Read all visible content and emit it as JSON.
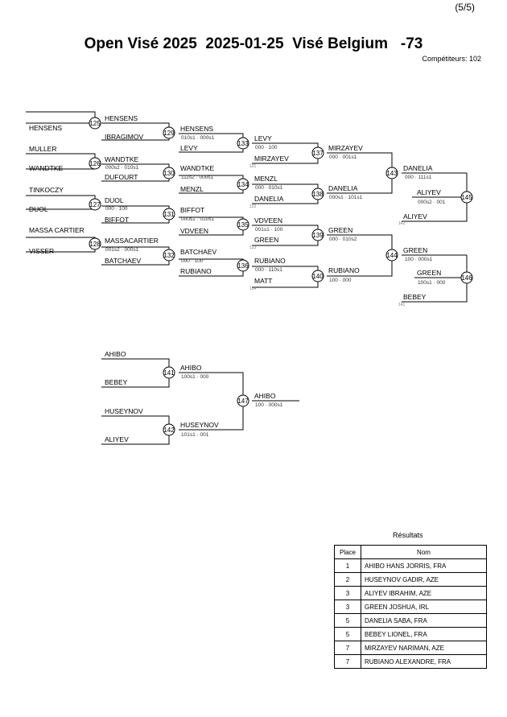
{
  "page_number": "(5/5)",
  "title": "Open Visé 2025  2025-01-25  Visé Belgium   -73",
  "competitors": "Compétiteurs: 102",
  "bracket": {
    "r0": [
      "HENSENS",
      "MULLER",
      "WANDTKE",
      "TINKOCZY",
      "DUOL",
      "MASSA CARTIER",
      "VISSER"
    ],
    "r1": [
      {
        "a": "HENSENS",
        "b": "IBRAGIMOV",
        "n": "125"
      },
      {
        "a": "WANDTKE",
        "sa": "000s2 · 010s1",
        "b": "DUFOURT",
        "n": "126"
      },
      {
        "a": "DUOL",
        "sa": "000 · 100",
        "b": "BIFFOT",
        "n": "127"
      },
      {
        "a": "MASSACARTIER",
        "sa": "001s2 · 000s1",
        "b": "BATCHAEV",
        "n": "128"
      }
    ],
    "r2": [
      {
        "a": "HENSENS",
        "sa": "010s1 · 000s1",
        "b": "LEVY",
        "n": "129"
      },
      {
        "a": "WANDTKE",
        "sa": "111s2 · 000s1",
        "b": "MENZL",
        "n": "130"
      },
      {
        "a": "BIFFOT",
        "sa": "000s1 · 010s1",
        "b": "VDVEEN",
        "n": "131"
      },
      {
        "a": "BATCHAEV",
        "sa": "000 · 100",
        "b": "RUBIANO",
        "n": "132"
      }
    ],
    "r3": [
      {
        "a": "LEVY",
        "sa": "000 · 100",
        "b": "MIRZAYEV",
        "n": "133",
        "t": "121"
      },
      {
        "a": "MENZL",
        "sa": "000 · 010s1",
        "b": "DANELIA",
        "n": "134",
        "t": "122"
      },
      {
        "a": "VDVEEN",
        "sa": "001s1 · 100",
        "b": "GREEN",
        "n": "135",
        "t": "123"
      },
      {
        "a": "RUBIANO",
        "sa": "000 · 110s1",
        "b": "MATT",
        "n": "136",
        "t": "124"
      }
    ],
    "r4": [
      {
        "a": "MIRZAYEV",
        "sa": "000 · 001s1",
        "b": "DANELIA",
        "sb": "000s1 · 101s1",
        "n": "137",
        "m": "138"
      },
      {
        "a": "GREEN",
        "sa": "000 · 010s2",
        "b": "RUBIANO",
        "sb": "100 · 000",
        "n": "139",
        "m": "140"
      }
    ],
    "r5": [
      {
        "a": "DANELIA",
        "sa": "000 · 111s1",
        "n": "143"
      },
      {
        "a": "GREEN",
        "sa": "100 · 000s1",
        "n": "144"
      }
    ],
    "rep": [
      {
        "a": "ALIYEV",
        "sa": "000s2 · 001",
        "b": "ALIYEV",
        "n": "145",
        "t": "142"
      },
      {
        "a": "GREEN",
        "sa": "100s1 · 000",
        "b": "BEBEY",
        "n": "146",
        "t": "141"
      }
    ],
    "bronze": {
      "r1": [
        "AHIBO",
        "BEBEY",
        "HUSEYNOV",
        "ALIYEV"
      ],
      "r2": [
        {
          "a": "AHIBO",
          "sa": "100s1 · 000",
          "n": "141"
        },
        {
          "a": "HUSEYNOV",
          "sa": "101s1 · 001",
          "n": "142"
        }
      ],
      "final": {
        "a": "AHIBO",
        "sa": "100 · 000s1",
        "n": "147"
      }
    }
  },
  "results": {
    "title": "Résultats",
    "headers": {
      "place": "Place",
      "name": "Nom"
    },
    "rows": [
      {
        "place": "1",
        "name": "AHIBO HANS JORRIS, FRA"
      },
      {
        "place": "2",
        "name": "HUSEYNOV GADIR, AZE"
      },
      {
        "place": "3",
        "name": "ALIYEV IBRAHIM, AZE"
      },
      {
        "place": "3",
        "name": "GREEN JOSHUA, IRL"
      },
      {
        "place": "5",
        "name": "DANELIA SABA, FRA"
      },
      {
        "place": "5",
        "name": "BEBEY LIONEL, FRA"
      },
      {
        "place": "7",
        "name": "MIRZAYEV NARIMAN, AZE"
      },
      {
        "place": "7",
        "name": "RUBIANO ALEXANDRE, FRA"
      }
    ]
  }
}
